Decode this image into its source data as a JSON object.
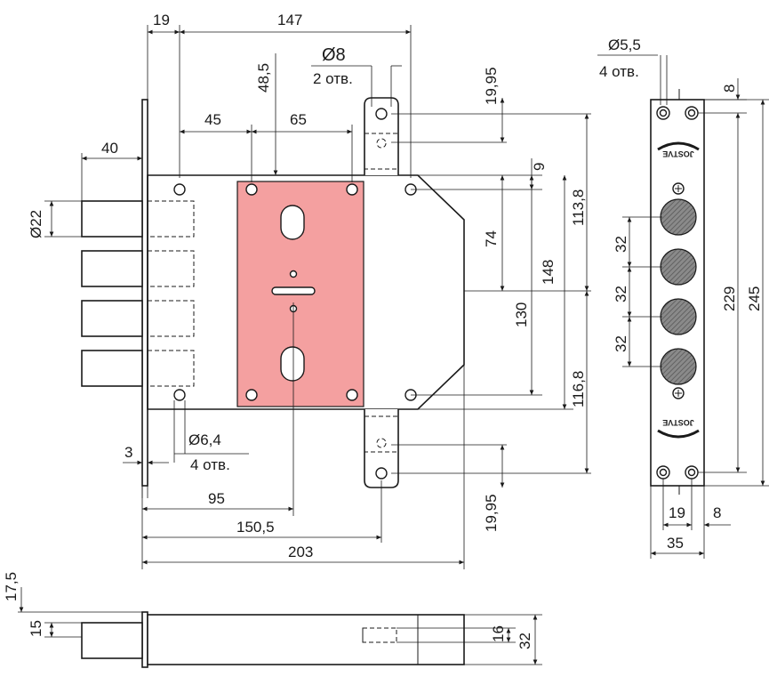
{
  "colors": {
    "faceplate": "#f4a0a0",
    "line": "#1a1a1a",
    "bolt_fill": "#666666"
  },
  "front_view": {
    "dims": {
      "d19_top": "19",
      "d147": "147",
      "d48_5": "48,5",
      "d45": "45",
      "d65": "65",
      "d40": "40",
      "d22": "Ø22",
      "d8_hole": "Ø8",
      "d8_holes_count": "2 отв.",
      "d19_95_top": "19,95",
      "d9": "9",
      "d74": "74",
      "d148": "148",
      "d113_8": "113,8",
      "d130": "130",
      "d116_8": "116,8",
      "d19_95_bottom": "19,95",
      "d6_4_hole": "Ø6,4",
      "d6_4_count": "4 отв.",
      "d3": "3",
      "d95": "95",
      "d150_5": "150,5",
      "d203": "203"
    }
  },
  "side_view": {
    "dims": {
      "d5_5_hole": "Ø5,5",
      "d5_5_count": "4 отв.",
      "d8_top": "8",
      "d32_a": "32",
      "d32_b": "32",
      "d32_c": "32",
      "d229": "229",
      "d245": "245",
      "d19": "19",
      "d8_bottom": "8",
      "d35": "35"
    },
    "logo_top": "JOSTVE",
    "logo_bottom": "JOSTVE"
  },
  "bottom_view": {
    "dims": {
      "d17_5": "17,5",
      "d15": "15",
      "d16": "16",
      "d32": "32"
    }
  }
}
